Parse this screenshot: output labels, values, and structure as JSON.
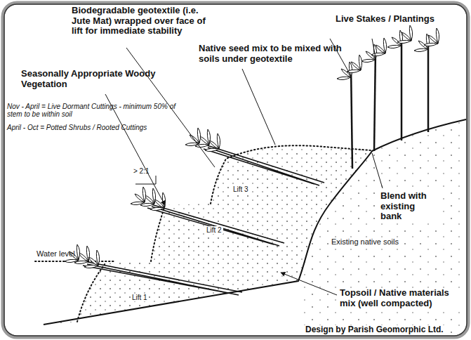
{
  "diagram": {
    "labels": [
      "Biodegradable geotextile (i.e. Jute Mat) wrapped over face of lift for immediate stability",
      "Live Stakes / Plantings",
      "Native seed mix to be mixed with soils under geotextile",
      "Seasonally Appropriate Woody Vegetation",
      "Nov - April = Live Dormant Cuttings - minimum 50% of stem to be within soil",
      "April - Oct = Potted Shrubs / Rooted Cuttings",
      "Blend with existing bank",
      "> 2:1",
      "Lift 3",
      "Lift 2",
      "Lift 1",
      "Existing native soils",
      "Water level",
      "Topsoil / Native materials mix (well compacted)",
      "Design by Parish Geomorphic Ltd."
    ]
  }
}
